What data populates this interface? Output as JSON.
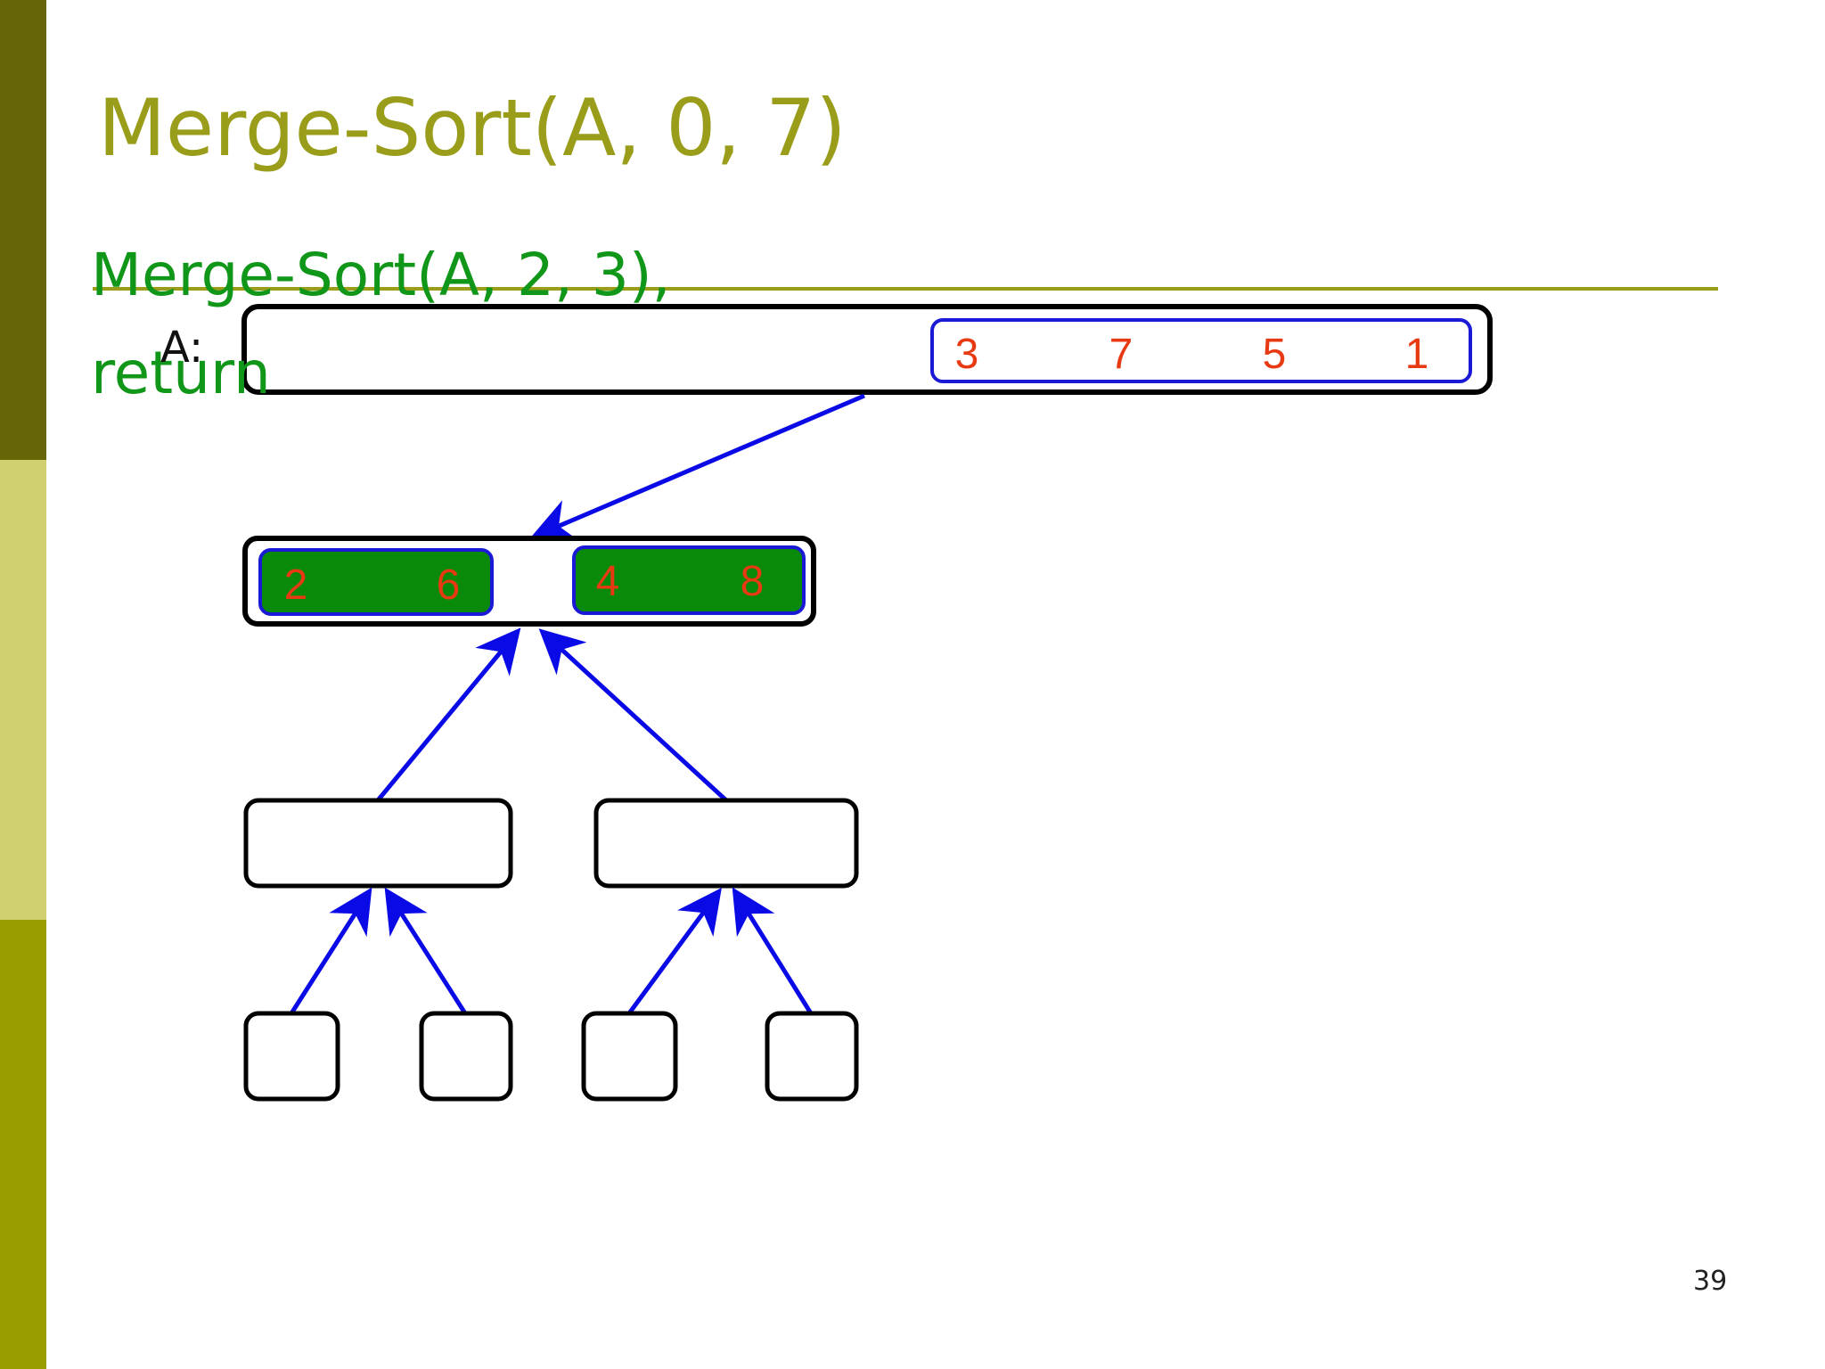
{
  "slide": {
    "title": "Merge-Sort(A, 0, 7)",
    "subtitle": "Merge-Sort(A, 2, 3), return",
    "array_label": "A:",
    "page_number": "39"
  },
  "diagram": {
    "top_values": [
      "3",
      "7",
      "5",
      "1"
    ],
    "left_pair": [
      "2",
      "6"
    ],
    "right_pair": [
      "4",
      "8"
    ]
  },
  "colors": {
    "title": "#999d1a",
    "subtitle": "#109618",
    "values": "#e83a12",
    "arrows": "#0a0ae6",
    "merged_fill": "#0a8a0a",
    "inner_box_border": "#1a1ad6",
    "box_border": "#000000"
  }
}
